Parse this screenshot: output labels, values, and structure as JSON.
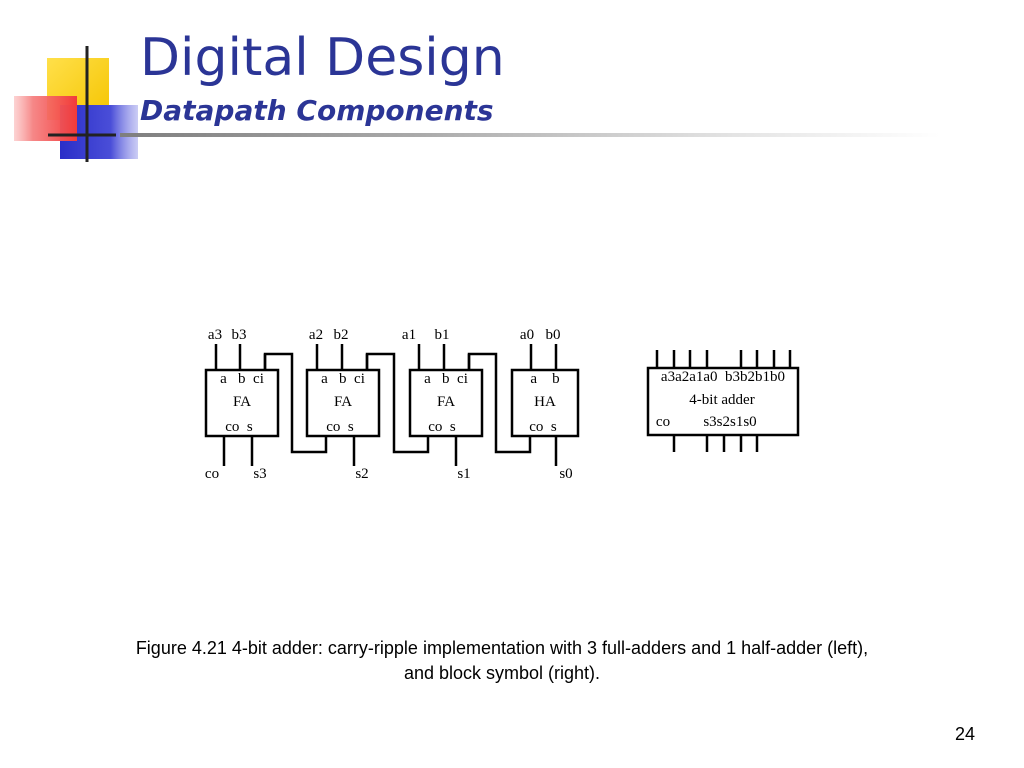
{
  "slide": {
    "title": "Digital Design",
    "subtitle": "Datapath Components",
    "page_number": "24",
    "caption": "Figure 4.21 4-bit adder: carry-ripple implementation with 3 full-adders and 1 half-adder (left), and block symbol (right)."
  },
  "colors": {
    "title": "#2b3596",
    "logo_yellow": "#f9d100",
    "logo_red": "#f24a4a",
    "logo_blue": "#2e32cc"
  },
  "icons": [
    "slide-logo-icon"
  ],
  "diagram": {
    "top_inputs": [
      {
        "a": "a3",
        "b": "b3"
      },
      {
        "a": "a2",
        "b": "b2"
      },
      {
        "a": "a1",
        "b": "b1"
      },
      {
        "a": "a0",
        "b": "b0"
      }
    ],
    "blocks": [
      {
        "name": "FA",
        "ports": "a   b  ci",
        "outs": "co  s"
      },
      {
        "name": "FA",
        "ports": "a   b  ci",
        "outs": "co  s"
      },
      {
        "name": "FA",
        "ports": "a   b  ci",
        "outs": "co  s"
      },
      {
        "name": "HA",
        "ports": "a    b",
        "outs": "co  s"
      }
    ],
    "bottom_outputs": [
      "co",
      "s3",
      "s2",
      "s1",
      "s0"
    ],
    "symbol": {
      "inputs": "a3a2a1a0  b3b2b1b0",
      "name": "4-bit adder",
      "co": "co",
      "outputs": "s3s2s1s0"
    }
  }
}
